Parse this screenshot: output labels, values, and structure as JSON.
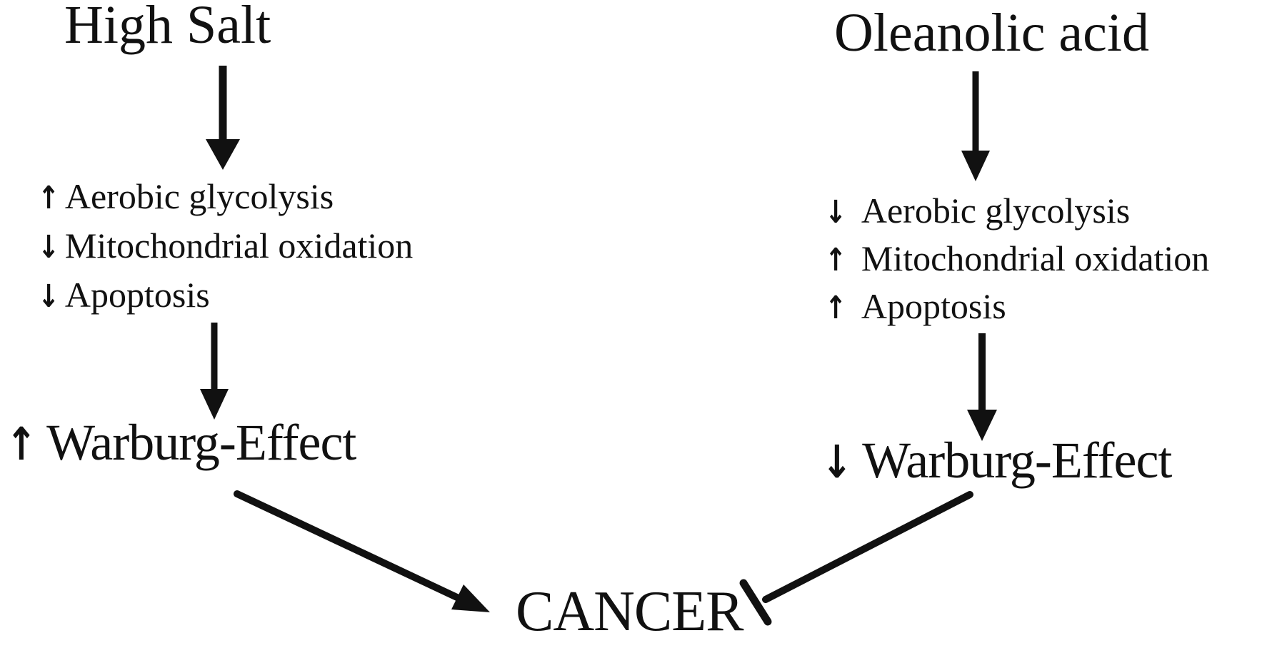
{
  "figure": {
    "background_color": "#ffffff",
    "ink_color": "#111111"
  },
  "left": {
    "title": "High Salt",
    "items": [
      {
        "arrow": "↑",
        "label": "Aerobic glycolysis"
      },
      {
        "arrow": "↓",
        "label": "Mitochondrial oxidation"
      },
      {
        "arrow": "↓",
        "label": "Apoptosis"
      }
    ],
    "outcome": {
      "arrow": "↑",
      "label": "Warburg-Effect"
    }
  },
  "right": {
    "title": "Oleanolic acid",
    "items": [
      {
        "arrow": "↓",
        "label": "Aerobic glycolysis"
      },
      {
        "arrow": "↑",
        "label": "Mitochondrial oxidation"
      },
      {
        "arrow": "↑",
        "label": "Apoptosis"
      }
    ],
    "outcome": {
      "arrow": "↓",
      "label": "Warburg-Effect"
    }
  },
  "center": {
    "label": "CANCER"
  },
  "edges": [
    {
      "from": "High Salt",
      "to": "left effects list",
      "type": "arrow"
    },
    {
      "from": "left effects list",
      "to": "↑Warburg-Effect",
      "type": "arrow"
    },
    {
      "from": "↑Warburg-Effect",
      "to": "CANCER",
      "type": "arrow"
    },
    {
      "from": "Oleanolic acid",
      "to": "right effects list",
      "type": "arrow"
    },
    {
      "from": "right effects list",
      "to": "↓Warburg-Effect",
      "type": "arrow"
    },
    {
      "from": "↓Warburg-Effect",
      "to": "CANCER",
      "type": "inhibition"
    }
  ]
}
